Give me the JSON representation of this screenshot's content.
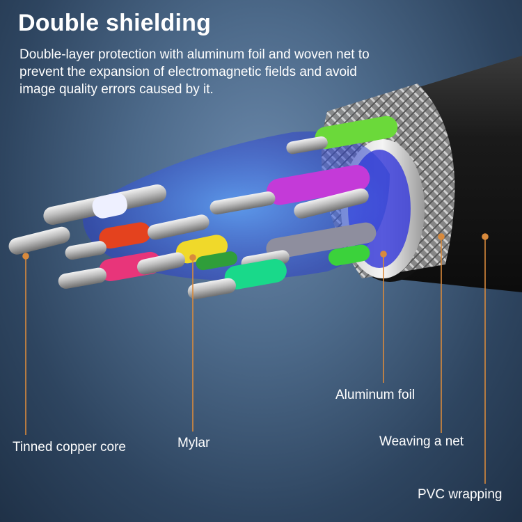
{
  "heading": "Double shielding",
  "description_lines": [
    "Double-layer protection with aluminum foil and woven net to",
    "prevent the expansion of electromagnetic fields and avoid",
    "image quality errors caused by it."
  ],
  "callouts": {
    "tinned_copper_core": "Tinned copper core",
    "mylar": "Mylar",
    "aluminum_foil": "Aluminum foil",
    "weaving_a_net": "Weaving a net",
    "pvc_wrapping": "PVC wrapping"
  },
  "colors": {
    "callout_line": "#d98a3c",
    "text": "#ffffff",
    "background": "#3a5575"
  }
}
